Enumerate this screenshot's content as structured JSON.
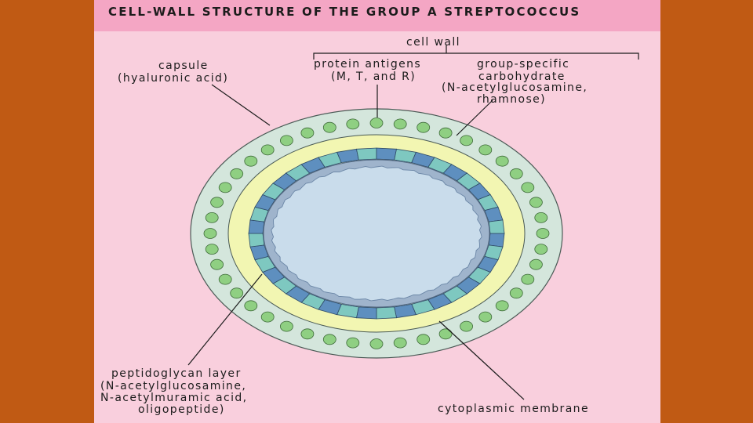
{
  "colors": {
    "frame": "#c05a14",
    "slide_bg": "#f9cfdd",
    "title_bar": "#f4a6c4",
    "capsule": "#d4e6dc",
    "protein_dot": "#8fcf82",
    "wall_yellow": "#f2f6b2",
    "segment_dark": "#5e8fbf",
    "segment_teal": "#7ec8c0",
    "membrane_outer": "#9fb4cc",
    "cytoplasm": "#c9dceb"
  },
  "title": "CELL-WALL STRUCTURE OF THE GROUP A STREPTOCOCCUS",
  "labels": {
    "cell_wall": "cell wall",
    "capsule": [
      "capsule",
      "(hyaluronic acid)"
    ],
    "protein_antigens": [
      "protein antigens",
      "(M, T, and R)"
    ],
    "group_carbohydrate": [
      "group-specific",
      "carbohydrate",
      "(N-acetylglucosamine,",
      "rhamnose)"
    ],
    "peptidoglycan": [
      "peptidoglycan layer",
      "(N-acetylglucosamine,",
      "N-acetylmuramic acid,",
      "oligopeptide)"
    ],
    "cytoplasmic_membrane": "cytoplasmic membrane"
  }
}
